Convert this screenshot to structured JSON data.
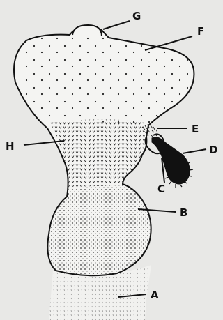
{
  "labels": {
    "G": "G",
    "F": "F",
    "E": "E",
    "D": "D",
    "H": "H",
    "C": "C",
    "B": "B",
    "A": "A"
  }
}
